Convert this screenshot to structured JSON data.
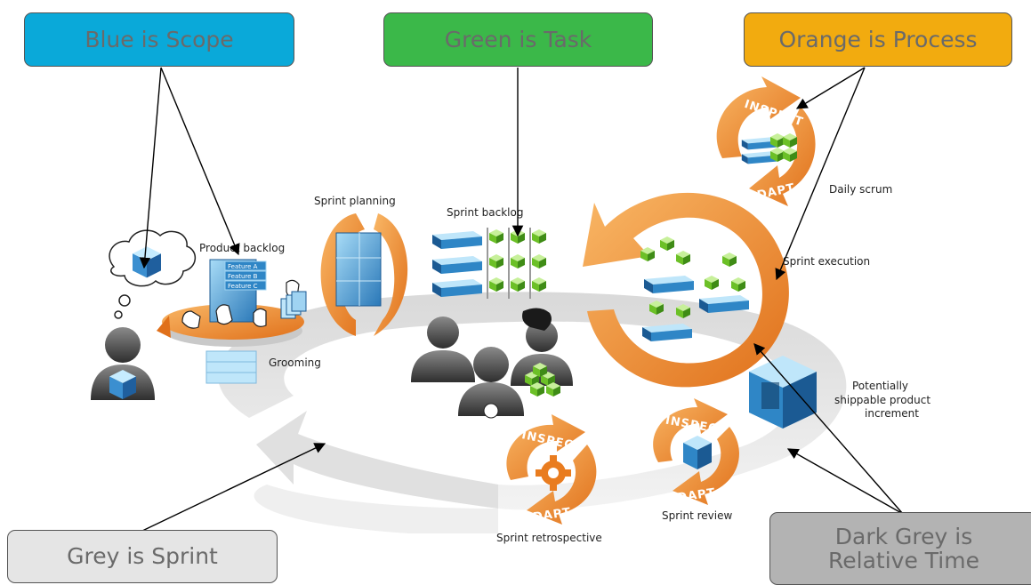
{
  "legend": {
    "scope": {
      "label": "Blue is Scope",
      "color": "#0aa9d9"
    },
    "task": {
      "label": "Green is Task",
      "color": "#3bb849"
    },
    "process": {
      "label": "Orange is Process",
      "color": "#f2ab0f"
    },
    "sprint": {
      "label": "Grey is Sprint",
      "color": "#e5e5e5"
    },
    "relative_time": {
      "line1": "Dark Grey is",
      "line2": "Relative Time",
      "color": "#b3b3b3"
    }
  },
  "diagram": {
    "product_backlog": "Product backlog",
    "features": [
      "Feature A",
      "Feature B",
      "Feature C"
    ],
    "sprint_planning": "Sprint planning",
    "sprint_backlog": "Sprint backlog",
    "daily_scrum": "Daily scrum",
    "sprint_execution": "Sprint execution",
    "grooming": "Grooming",
    "potentially_shippable": {
      "line1": "Potentially",
      "line2": "shippable product",
      "line3": "increment"
    },
    "sprint_review": "Sprint review",
    "sprint_retrospective": "Sprint retrospective",
    "inspect": "INSPECT",
    "adapt": "ADAPT"
  },
  "colors": {
    "orange": "#f08a24",
    "orange_light": "#f7b25a",
    "blue": "#2f86c6",
    "blue_light": "#9fd3f2",
    "green": "#6cc027",
    "grey_track": "#e2e2e2",
    "grey_dark": "#bdbdbd"
  }
}
